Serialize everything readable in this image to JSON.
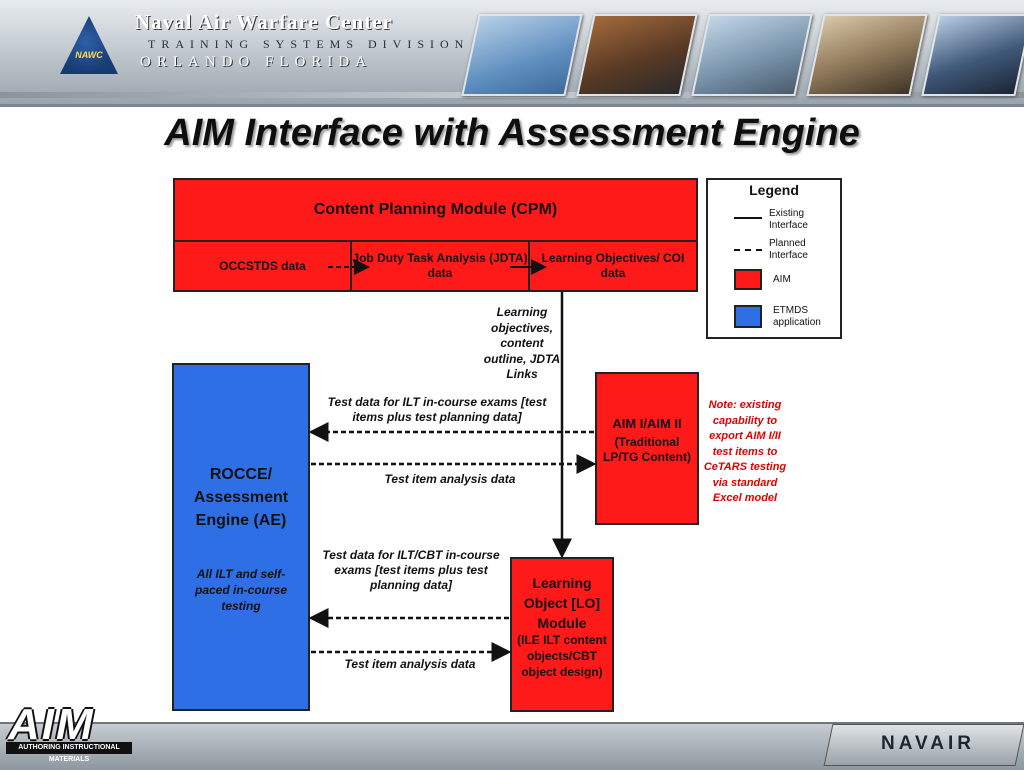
{
  "header": {
    "line1": "Naval Air Warfare Center",
    "line2": "TRAINING SYSTEMS DIVISION",
    "line3": "ORLANDO FLORIDA",
    "logo_text": "NAWC"
  },
  "title": "AIM Interface with Assessment Engine",
  "cpm": {
    "title": "Content Planning Module (CPM)",
    "occstds": "OCCSTDS data",
    "jdta": "Job Duty Task Analysis (JDTA) data",
    "learning_objectives": "Learning Objectives/ COI data"
  },
  "annotations": {
    "lo_links": "Learning objectives, content outline, JDTA Links",
    "test_data_ilt": "Test data for ILT in-course exams [test items plus test planning data]",
    "test_item_analysis_1": "Test item analysis data",
    "test_data_ilt_cbt": "Test data for ILT/CBT in-course exams [test items plus test planning data]",
    "test_item_analysis_2": "Test item analysis data"
  },
  "rocce": {
    "title": "ROCCE/ Assessment Engine (AE)",
    "subtitle": "All ILT and self-paced in-course testing"
  },
  "aim_box": {
    "title": "AIM I/AIM II",
    "subtitle": "(Traditional LP/TG Content)"
  },
  "lo_module": {
    "title": "Learning Object [LO] Module",
    "subtitle": "(ILE ILT content objects/CBT object design)"
  },
  "note": "Note: existing capability to export AIM I/II test items to CeTARS testing via standard Excel model",
  "legend": {
    "title": "Legend",
    "existing": "Existing Interface",
    "planned": "Planned Interface",
    "aim": "AIM",
    "etmds": "ETMDS application"
  },
  "colors": {
    "aim_red": "#ff1a1a",
    "etmds_blue": "#2f6fe6",
    "note_red": "#e00000"
  },
  "footer": {
    "aim_logo": "AIM",
    "aim_logo_sub": "AUTHORING INSTRUCTIONAL MATERIALS",
    "navair": "NAVAIR"
  }
}
